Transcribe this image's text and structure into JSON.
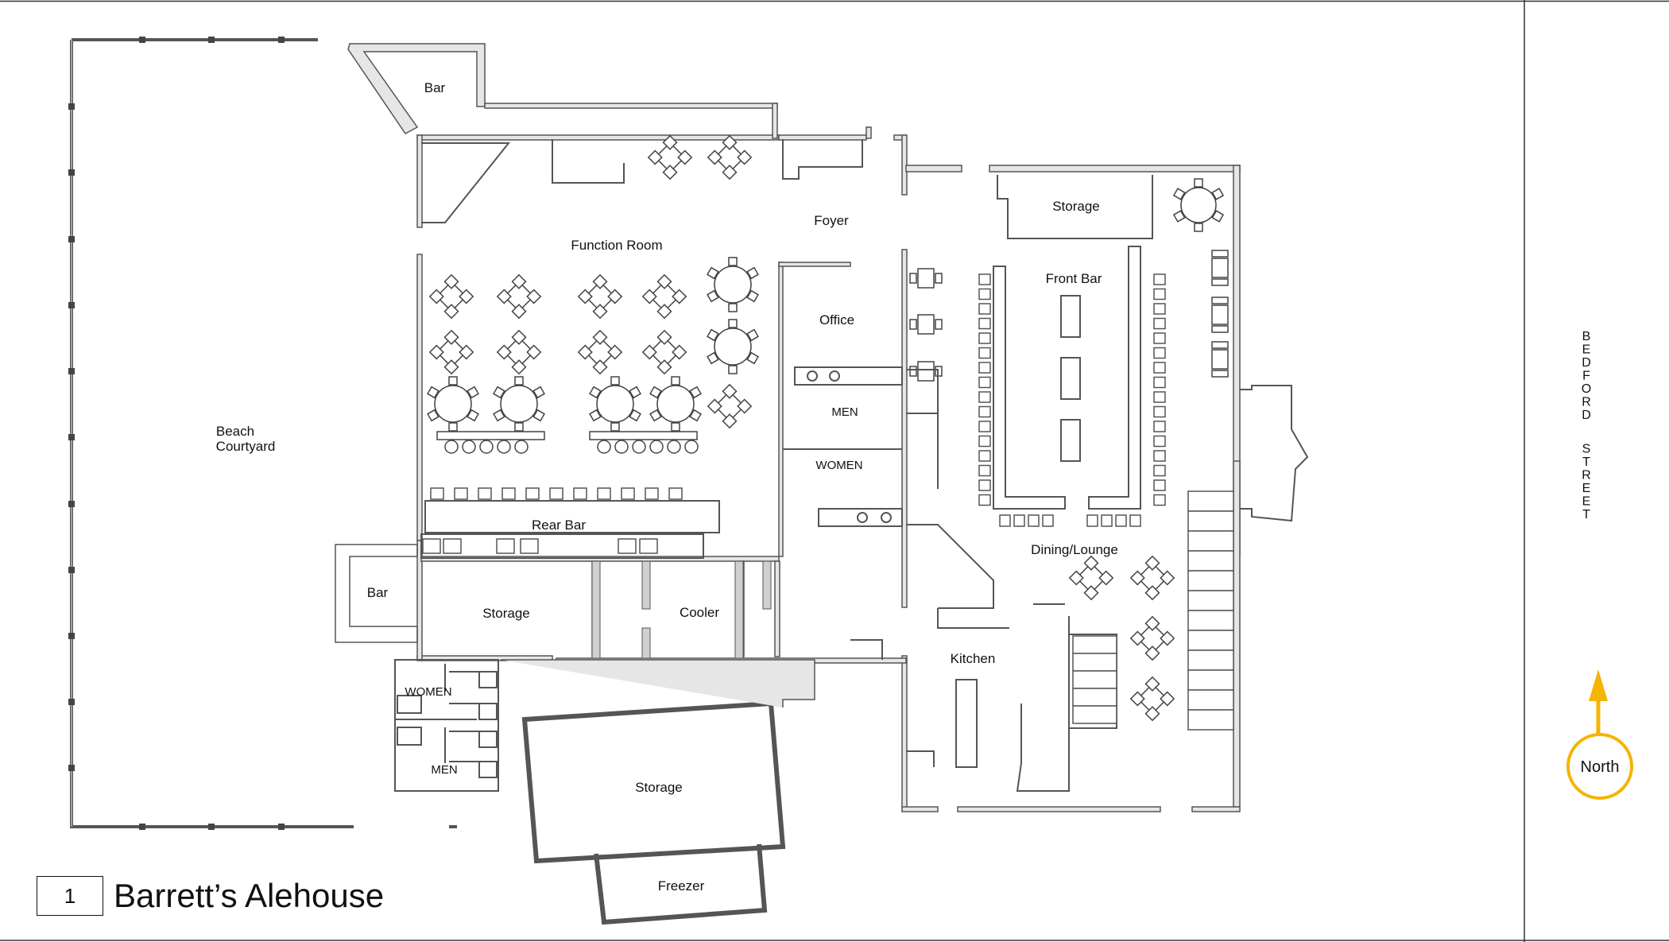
{
  "rooms": {
    "bar_top": "Bar",
    "function_room": "Function Room",
    "foyer": "Foyer",
    "storage_ne": "Storage",
    "front_bar": "Front Bar",
    "office": "Office",
    "men_upper": "MEN",
    "women_upper": "WOMEN",
    "beach_courtyard_line1": "Beach",
    "beach_courtyard_line2": "Courtyard",
    "rear_bar": "Rear Bar",
    "bar_west": "Bar",
    "storage_mid": "Storage",
    "cooler": "Cooler",
    "dining_lounge": "Dining/Lounge",
    "kitchen": "Kitchen",
    "women_lower": "WOMEN",
    "men_lower": "MEN",
    "storage_south": "Storage",
    "freezer": "Freezer"
  },
  "street": [
    "B",
    "E",
    "D",
    "F",
    "O",
    "R",
    "D",
    "",
    "S",
    "T",
    "R",
    "E",
    "E",
    "T"
  ],
  "north": {
    "label": "North",
    "color": "#f5b400"
  },
  "title": {
    "number": "1",
    "name": "Barrett’s Alehouse"
  },
  "colors": {
    "wall": "#555555",
    "wall_fill": "#e6e6e6",
    "line": "#333333"
  }
}
